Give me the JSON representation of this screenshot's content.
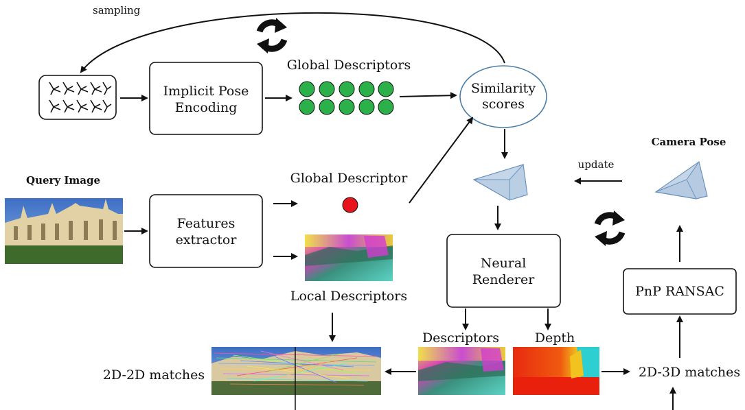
{
  "labels": {
    "sampling": "sampling",
    "global_descriptors": "Global Descriptors",
    "similarity_line1": "Similarity",
    "similarity_line2": "scores",
    "camera_pose": "Camera Pose",
    "update": "update",
    "query_image": "Query Image",
    "global_descriptor": "Global Descriptor",
    "local_descriptors": "Local Descriptors",
    "descriptors": "Descriptors",
    "depth": "Depth",
    "matches_2d2d": "2D-2D matches",
    "matches_2d3d": "2D-3D matches"
  },
  "boxes": {
    "pose_encoding_line1": "Implicit Pose",
    "pose_encoding_line2": "Encoding",
    "features_line1": "Features",
    "features_line2": "extractor",
    "renderer_line1": "Neural",
    "renderer_line2": "Renderer",
    "pnp": "PnP RANSAC"
  },
  "colors": {
    "global_descriptor_dot": "#2bb04a",
    "query_descriptor_dot": "#e8141b",
    "similarity_ellipse_stroke": "#4b7fa8",
    "camera_fill": "#a9c2dd",
    "camera_stroke": "#6b92bd"
  },
  "icons": [
    "refresh-icon",
    "camera-frustum-icon",
    "query-photo",
    "descriptor-heatmap",
    "depth-map",
    "matches-image"
  ]
}
